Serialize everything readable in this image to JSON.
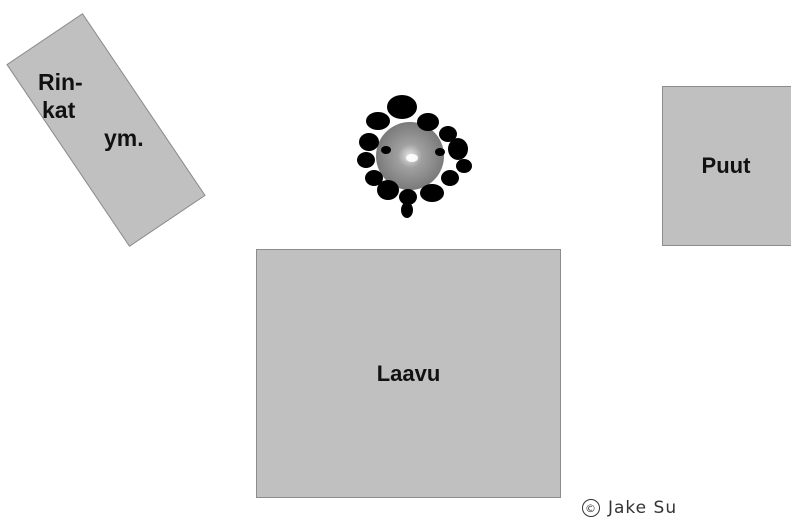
{
  "labels": {
    "rinkat_line1": "Rin-",
    "rinkat_line2": "kat",
    "rinkat_line3": "ym.",
    "puut": "Puut",
    "laavu": "Laavu"
  },
  "credit": {
    "symbol": "©",
    "text": "Jake Su"
  },
  "colors": {
    "box_fill": "#c0c0c0",
    "stone": "#000000",
    "fire_inner": "#9a9a9a"
  }
}
